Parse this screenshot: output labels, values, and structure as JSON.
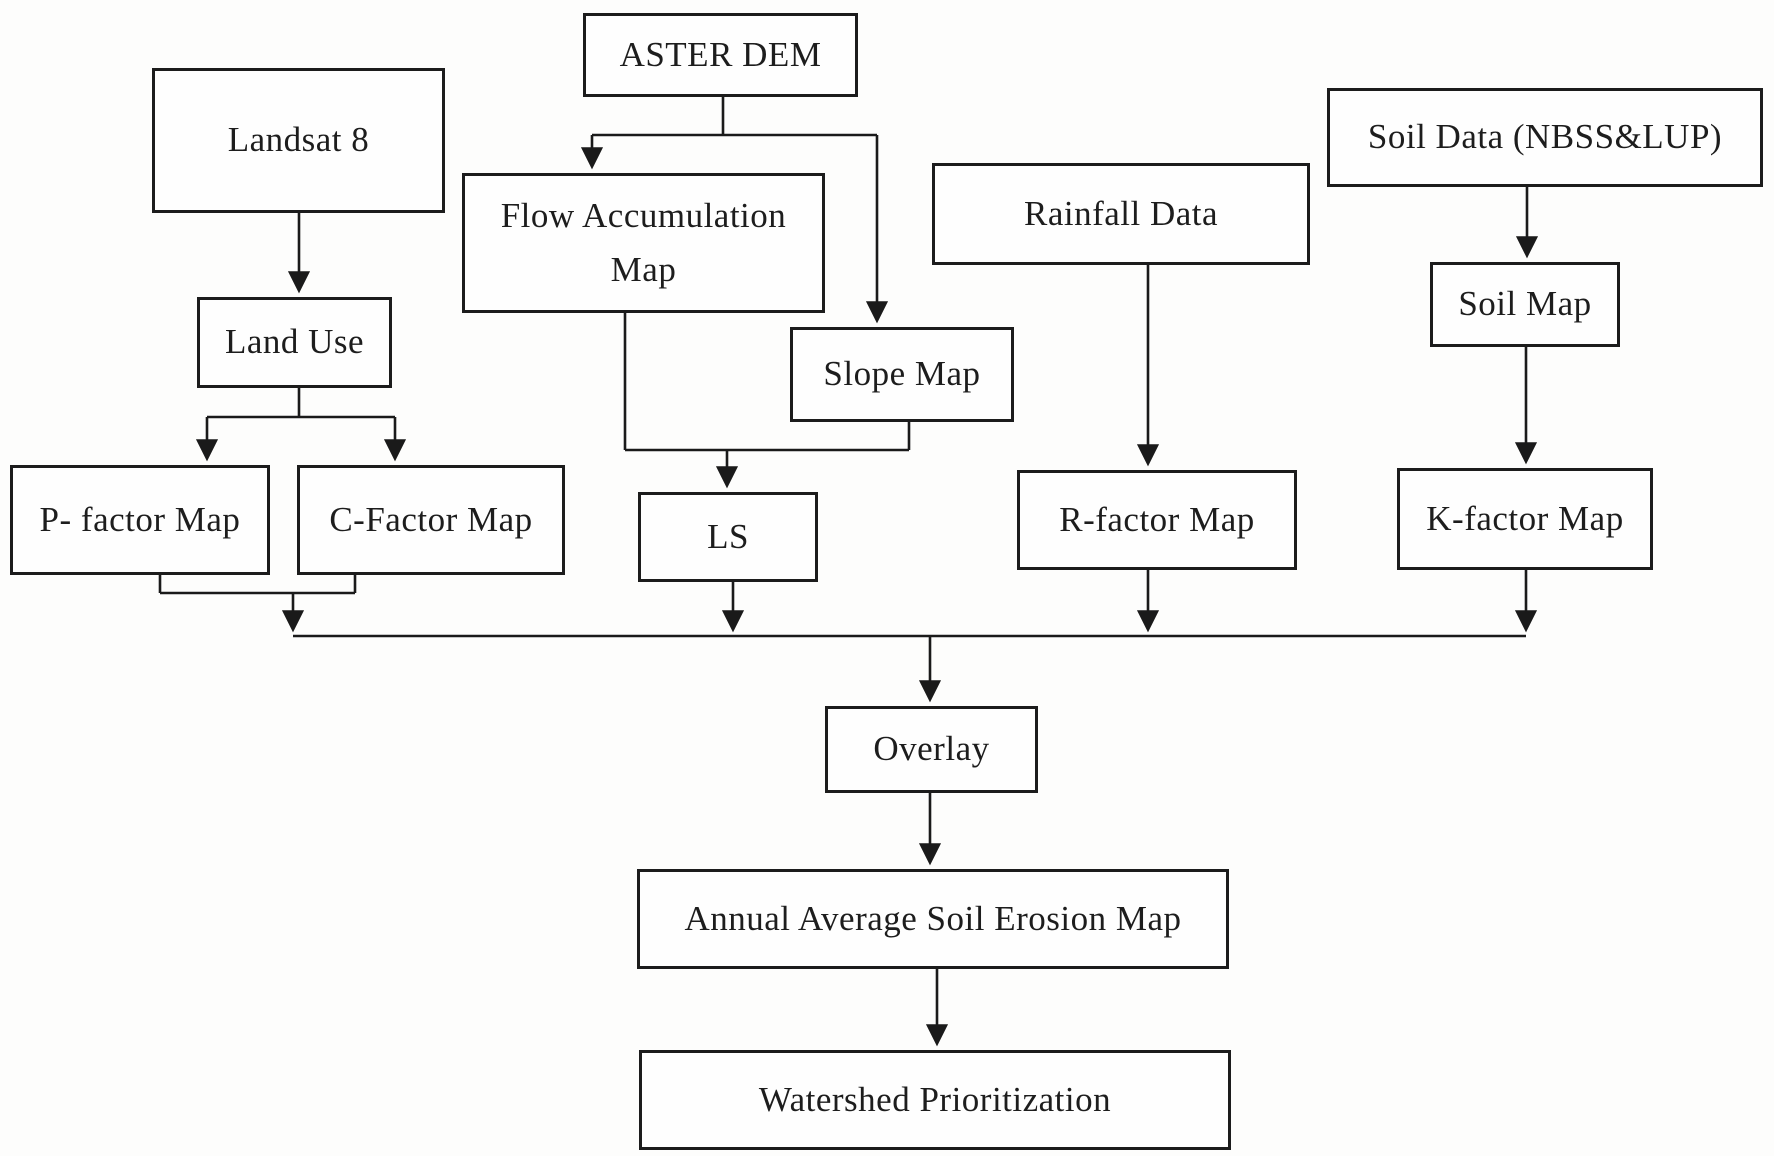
{
  "diagram": {
    "type": "flowchart",
    "colors": {
      "background": "#fdfdfc",
      "box_fill": "#fefefe",
      "box_border": "#1c1c1c",
      "text": "#1d1d1d",
      "connector": "#1a1a1a"
    },
    "nodes": {
      "aster_dem": {
        "label": "ASTER DEM"
      },
      "landsat8": {
        "label": "Landsat 8"
      },
      "soil_data": {
        "label": "Soil Data (NBSS&LUP)"
      },
      "rainfall": {
        "label": "Rainfall Data"
      },
      "flow_acc": {
        "label": "Flow Accumulation Map"
      },
      "land_use": {
        "label": "Land Use"
      },
      "slope_map": {
        "label": "Slope Map"
      },
      "soil_map": {
        "label": "Soil Map"
      },
      "p_factor": {
        "label": "P- factor Map"
      },
      "c_factor": {
        "label": "C-Factor Map"
      },
      "ls": {
        "label": "LS"
      },
      "r_factor": {
        "label": "R-factor Map"
      },
      "k_factor": {
        "label": "K-factor Map"
      },
      "overlay": {
        "label": "Overlay"
      },
      "annual_avg": {
        "label": "Annual Average Soil Erosion Map"
      },
      "watershed": {
        "label": "Watershed Prioritization"
      }
    },
    "edges": [
      {
        "from": "landsat8",
        "to": "land_use"
      },
      {
        "from": "land_use",
        "to": "p_factor"
      },
      {
        "from": "land_use",
        "to": "c_factor"
      },
      {
        "from": "aster_dem",
        "to": "flow_acc"
      },
      {
        "from": "aster_dem",
        "to": "slope_map"
      },
      {
        "from": "flow_acc",
        "to": "ls"
      },
      {
        "from": "slope_map",
        "to": "ls"
      },
      {
        "from": "rainfall",
        "to": "r_factor"
      },
      {
        "from": "soil_data",
        "to": "soil_map"
      },
      {
        "from": "soil_map",
        "to": "k_factor"
      },
      {
        "from": "p_factor",
        "to": "overlay"
      },
      {
        "from": "c_factor",
        "to": "overlay"
      },
      {
        "from": "ls",
        "to": "overlay"
      },
      {
        "from": "r_factor",
        "to": "overlay"
      },
      {
        "from": "k_factor",
        "to": "overlay"
      },
      {
        "from": "overlay",
        "to": "annual_avg"
      },
      {
        "from": "annual_avg",
        "to": "watershed"
      }
    ]
  }
}
